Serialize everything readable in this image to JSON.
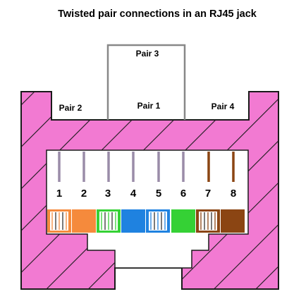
{
  "title": "Twisted pair connections in an RJ45 jack",
  "pairs": [
    {
      "label": "Pair 1"
    },
    {
      "label": "Pair 2"
    },
    {
      "label": "Pair 3"
    },
    {
      "label": "Pair 4"
    }
  ],
  "pins": [
    {
      "number": "1",
      "color": "#f58a3c",
      "striped": true,
      "contact": "#9a8ca8"
    },
    {
      "number": "2",
      "color": "#f58a3c",
      "striped": false,
      "contact": "#9a8ca8"
    },
    {
      "number": "3",
      "color": "#35d135",
      "striped": true,
      "contact": "#9a8ca8"
    },
    {
      "number": "4",
      "color": "#1f82e0",
      "striped": false,
      "contact": "#9a8ca8"
    },
    {
      "number": "5",
      "color": "#1f82e0",
      "striped": true,
      "contact": "#9a8ca8"
    },
    {
      "number": "6",
      "color": "#35d135",
      "striped": false,
      "contact": "#9a8ca8"
    },
    {
      "number": "7",
      "color": "#8b4513",
      "striped": true,
      "contact": "#8b4513"
    },
    {
      "number": "8",
      "color": "#8b4513",
      "striped": false,
      "contact": "#8b4513"
    }
  ],
  "colors": {
    "jack_body": "#f27ad2",
    "hatch": "#1a1a1a",
    "pair_lines": "#888888"
  }
}
